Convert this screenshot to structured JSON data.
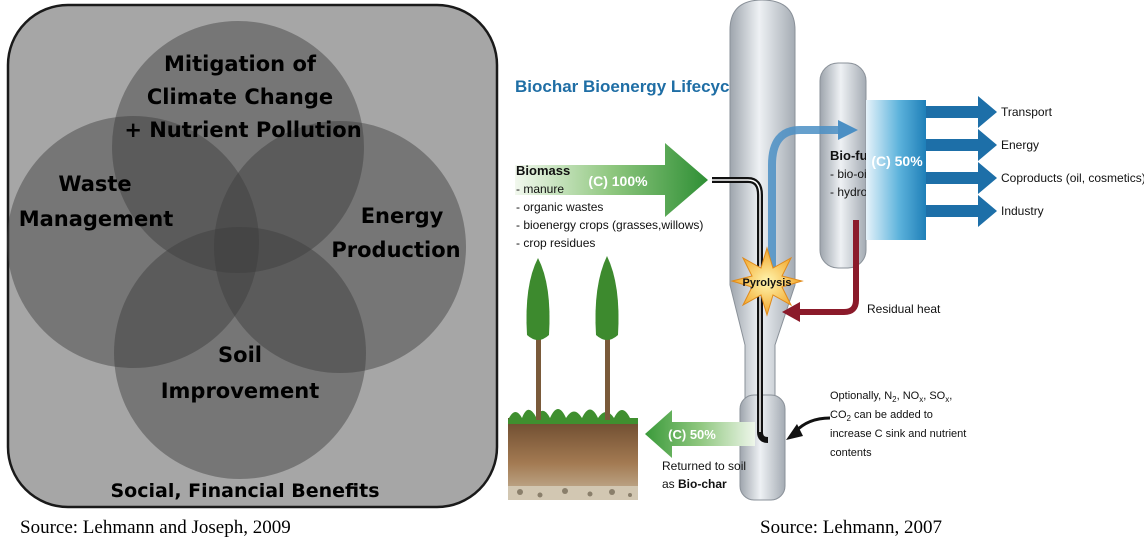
{
  "left_diagram": {
    "circles": {
      "top": [
        "Mitigation of",
        "Climate Change",
        "+ Nutrient Pollution"
      ],
      "left": [
        "Waste",
        "Management"
      ],
      "right": [
        "Energy",
        "Production"
      ],
      "bottom": [
        "Soil",
        "Improvement"
      ]
    },
    "footer": "Social, Financial Benefits",
    "source": "Source: Lehmann and Joseph, 2009"
  },
  "right_diagram": {
    "title": "Biochar Bioenergy Lifecycle",
    "biomass": {
      "heading": "Biomass",
      "items": [
        "- manure",
        "- organic wastes",
        "- bioenergy crops (grasses,willows)",
        "- crop residues"
      ],
      "carbon": "(C) 100%"
    },
    "biofuel": {
      "heading": "Bio-fuel",
      "items": [
        "- bio-oil",
        "- hydrogen"
      ],
      "carbon": "(C) 50%"
    },
    "outputs": [
      "Transport",
      "Energy",
      "Coproducts (oil, cosmetics)",
      "Industry"
    ],
    "pyrolysis": "Pyrolysis",
    "residual_heat": "Residual heat",
    "optional_note": {
      "line1_prefix": "Optionally, N",
      "line1_n_sub": "2",
      "line1_mid1": ", NO",
      "line1_no_sub": "x",
      "line1_mid2": ", SO",
      "line1_so_sub": "x",
      "line1_end": ",",
      "line2_prefix": "CO",
      "line2_sub": "2",
      "line2_rest": " can be added to",
      "line3": "increase C sink and nutrient",
      "line4": "contents"
    },
    "return": {
      "carbon": "(C) 50%",
      "line1": "Returned to soil",
      "line2_prefix": "as ",
      "line2_bold": "Bio-char"
    },
    "source": "Source:  Lehmann, 2007"
  },
  "colors": {
    "venn_bg": "#a6a6a6",
    "venn_circle": "#4a4a4a",
    "green_arrow": "#3d9a3d",
    "blue_arrow": "#1b6ea8",
    "red_arrow": "#8b1a2a"
  }
}
